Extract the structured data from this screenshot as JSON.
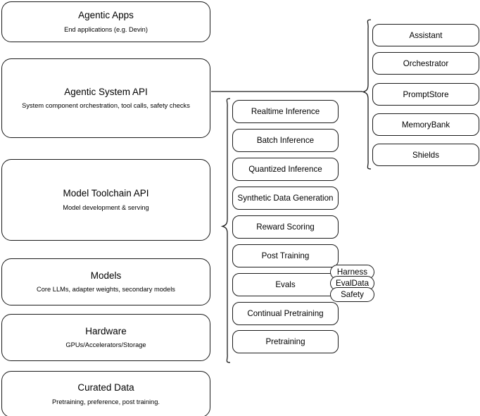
{
  "diagram": {
    "title": "AI Stack Layers Diagram",
    "stroke_color": "#1a1a1a",
    "background_color": "#ffffff"
  },
  "layers": [
    {
      "title": "Agentic Apps",
      "subtitle": "End applications (e.g. Devin)"
    },
    {
      "title": "Agentic System API",
      "subtitle": "System component orchestration, tool calls, safety checks"
    },
    {
      "title": "Model Toolchain API",
      "subtitle": "Model development & serving"
    },
    {
      "title": "Models",
      "subtitle": "Core LLMs, adapter weights, secondary models"
    },
    {
      "title": "Hardware",
      "subtitle": "GPUs/Accelerators/Storage"
    },
    {
      "title": "Curated Data",
      "subtitle": "Pretraining, preference, post training."
    }
  ],
  "toolchain_components": [
    {
      "label": "Realtime Inference"
    },
    {
      "label": "Batch Inference"
    },
    {
      "label": "Quantized Inference"
    },
    {
      "label": "Synthetic Data Generation"
    },
    {
      "label": "Reward Scoring"
    },
    {
      "label": "Post Training"
    },
    {
      "label": "Evals"
    },
    {
      "label": "Continual Pretraining"
    },
    {
      "label": "Pretraining"
    }
  ],
  "eval_subcomponents": [
    {
      "label": "Harness"
    },
    {
      "label": "EvalData"
    },
    {
      "label": "Safety"
    }
  ],
  "system_components": [
    {
      "label": "Assistant"
    },
    {
      "label": "Orchestrator"
    },
    {
      "label": "PromptStore"
    },
    {
      "label": "MemoryBank"
    },
    {
      "label": "Shields"
    }
  ]
}
